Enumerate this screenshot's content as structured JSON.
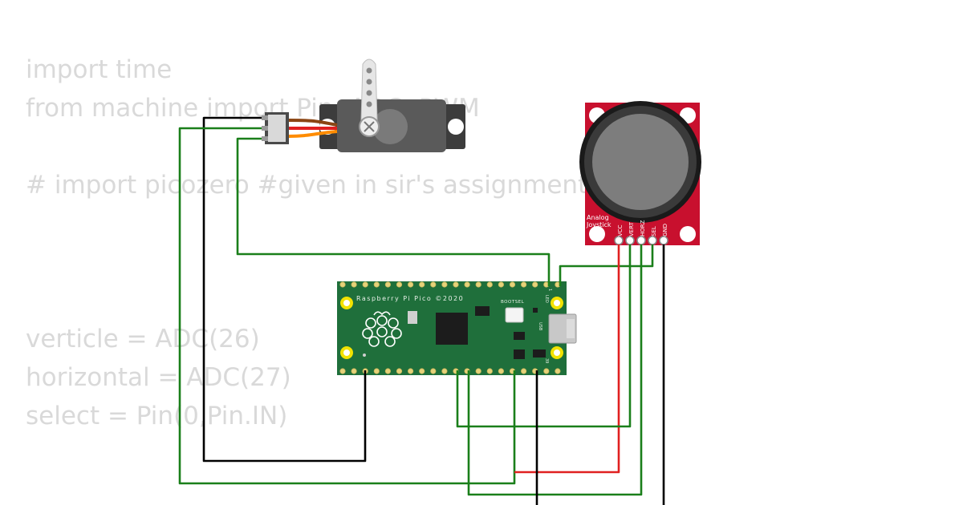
{
  "code": {
    "lines": [
      "import time",
      "from machine import Pin, ADC, PWM",
      "",
      "# import picozero #given in sir's assignment sheet",
      "",
      "",
      "",
      "verticle = ADC(26)",
      "horizontal = ADC(27)",
      "select = Pin(0,Pin.IN)"
    ]
  },
  "pico": {
    "title": "Raspberry Pi Pico ©2020",
    "bootsel": "BOOTSEL",
    "usb": "USB",
    "led": "LED",
    "pin_labels": [
      "39",
      "1"
    ]
  },
  "joystick": {
    "label_line1": "Analog",
    "label_line2": "Joystick",
    "pins": [
      "VCC",
      "VERT",
      "HORZ",
      "SEL",
      "GND"
    ]
  },
  "colors": {
    "wire_green": "#1a7f1a",
    "wire_black": "#000000",
    "wire_red": "#e02020",
    "pico_board": "#1f6f3b",
    "joystick_board": "#c8102e",
    "servo_body": "#5a5a5a"
  }
}
